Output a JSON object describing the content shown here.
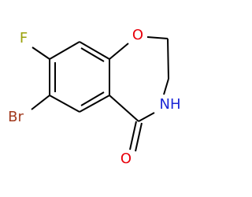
{
  "molecule": {
    "atoms": {
      "fluorine": "F",
      "bromine": "Br",
      "ring_oxygen": "O",
      "amide_nitrogen": "NH",
      "carbonyl_oxygen": "O"
    },
    "colors": {
      "bond": "#000000",
      "fluorine": "#9aa10a",
      "bromine": "#a23a1e",
      "oxygen": "#e8000b",
      "nitrogen": "#1b26d6"
    }
  }
}
